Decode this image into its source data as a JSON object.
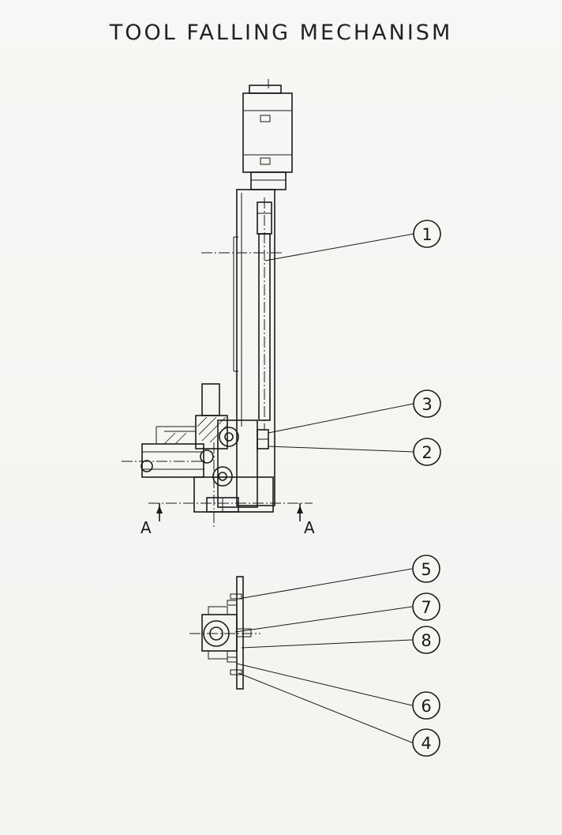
{
  "title": "TOOL FALLING MECHANISM",
  "section_marks": [
    "A",
    "A"
  ],
  "callouts": [
    {
      "id": "callout-1",
      "label": "1"
    },
    {
      "id": "callout-3",
      "label": "3"
    },
    {
      "id": "callout-2",
      "label": "2"
    },
    {
      "id": "callout-5",
      "label": "5"
    },
    {
      "id": "callout-7",
      "label": "7"
    },
    {
      "id": "callout-8",
      "label": "8"
    },
    {
      "id": "callout-6",
      "label": "6"
    },
    {
      "id": "callout-4",
      "label": "4"
    }
  ]
}
